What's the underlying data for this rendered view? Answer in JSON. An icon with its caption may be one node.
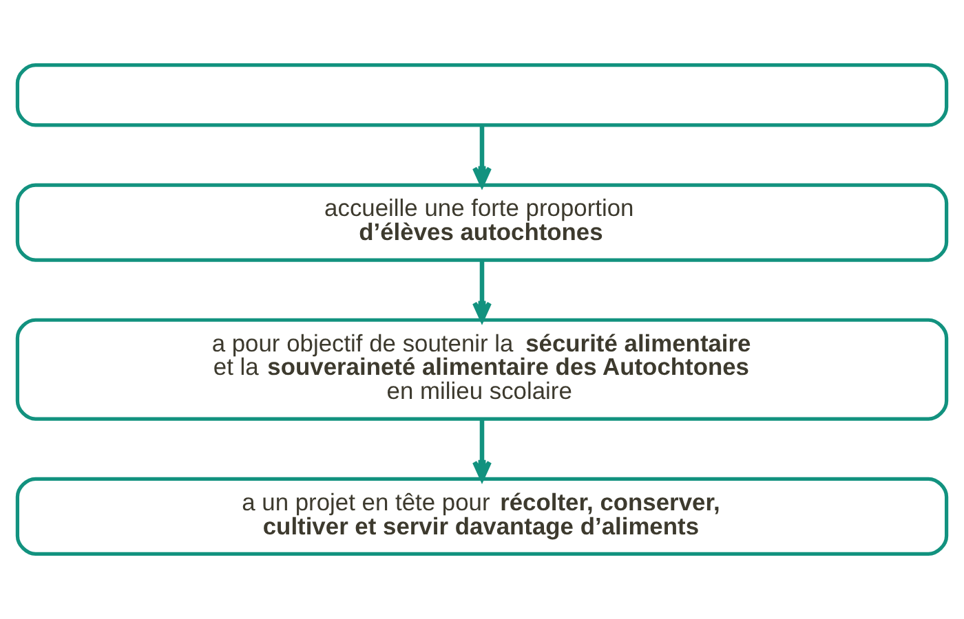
{
  "diagram": {
    "nodes": [
      {
        "text": [],
        "shape": "box"
      },
      {
        "text": [
          "accueille une forte proportion **d’élèves autochtones**"
        ]
      },
      {
        "text": [
          "a pour objectif de soutenir la **sécurité alimentaire** et la **souveraineté alimentaire des Autochtones** en milieu scolaire"
        ]
      },
      {
        "text": [
          "a un projet en tête pour **récolter, conserver, cultiver et servir davantage d’aliments**"
        ]
      }
    ],
    "edges": [
      {
        "from": 0,
        "to": 1,
        "arrow": "to"
      },
      {
        "from": 1,
        "to": 2,
        "arrow": "to"
      },
      {
        "from": 2,
        "to": 3,
        "arrow": "to"
      }
    ]
  }
}
